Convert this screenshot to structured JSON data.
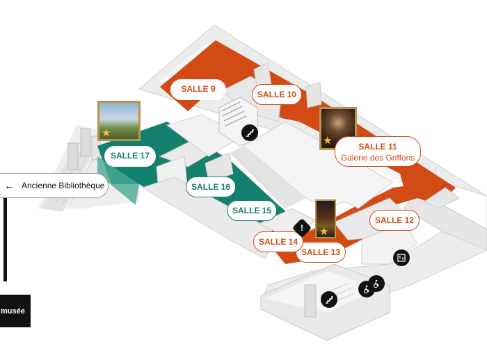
{
  "rooms": {
    "salle9": {
      "label": "SALLE 9"
    },
    "salle10": {
      "label": "SALLE 10"
    },
    "salle11": {
      "label": "SALLE 11",
      "sublabel": "Galerie des Griffons"
    },
    "salle12": {
      "label": "SALLE 12"
    },
    "salle13": {
      "label": "SALLE 13"
    },
    "salle14": {
      "label": "SALLE 14"
    },
    "salle15": {
      "label": "SALLE 15"
    },
    "salle16": {
      "label": "SALLE 16"
    },
    "salle17": {
      "label": "SALLE 17"
    }
  },
  "nav": {
    "back_label": "Ancienne Bibliothèque",
    "back_arrow": "←"
  },
  "footer": {
    "musee_label": "musée"
  },
  "icons": {
    "star": "★",
    "alert": "!",
    "stairs": "stairs-icon",
    "elevator": "elevator-icon",
    "wheelchair": "wheelchair-icon"
  },
  "colors": {
    "orange": "#d24a14",
    "green": "#14806e",
    "wall_top": "#ededed",
    "wall_side": "#cfcfcf",
    "floor": "#f4f4f4"
  }
}
